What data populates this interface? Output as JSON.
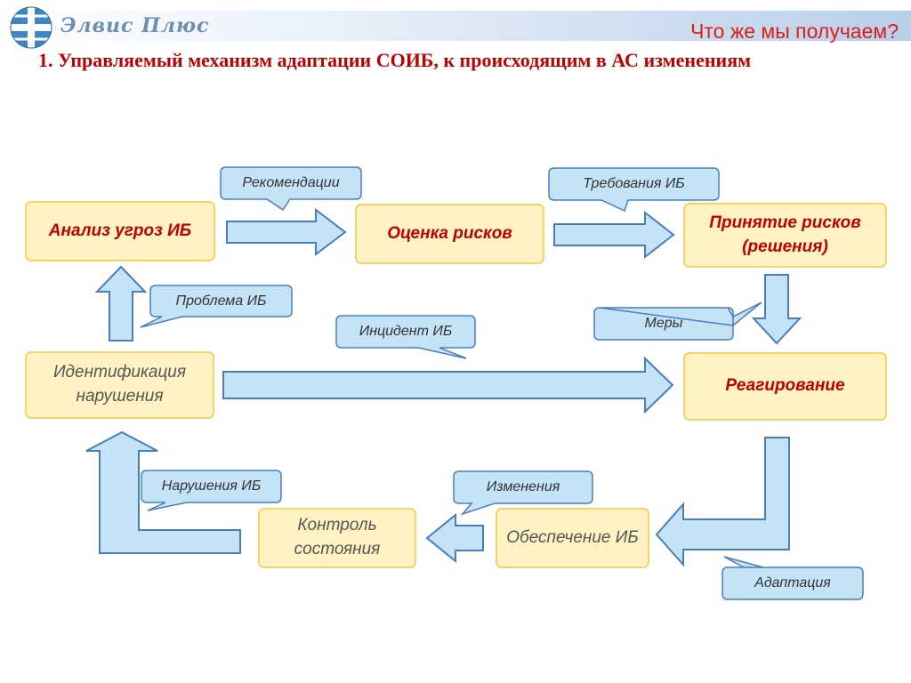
{
  "header": {
    "brand": "Элвис Плюс",
    "title": "Что же мы получаем?",
    "subtitle": "1. Управляемый механизм адаптации СОИБ, к происходящим в АС изменениям"
  },
  "nodes": {
    "threat_analysis": "Анализ угроз ИБ",
    "risk_assessment": "Оценка рисков",
    "risk_acceptance": "Принятие рисков (решения)",
    "identification": "Идентификация нарушения",
    "response": "Реагирование",
    "state_control": "Контроль состояния",
    "security_provision": "Обеспечение ИБ"
  },
  "callouts": {
    "recommendations": "Рекомендации",
    "requirements": "Требования ИБ",
    "problem": "Проблема ИБ",
    "incident": "Инцидент ИБ",
    "measures": "Меры",
    "violations": "Нарушения ИБ",
    "changes": "Изменения",
    "adaptation": "Адаптация"
  },
  "colors": {
    "node_fill": "#fff3c4",
    "node_border": "#f2d46a",
    "arrow_fill": "#c5e3f7",
    "arrow_stroke": "#4a7ebb",
    "title_red": "#c00000",
    "header_red": "#d9201c"
  }
}
